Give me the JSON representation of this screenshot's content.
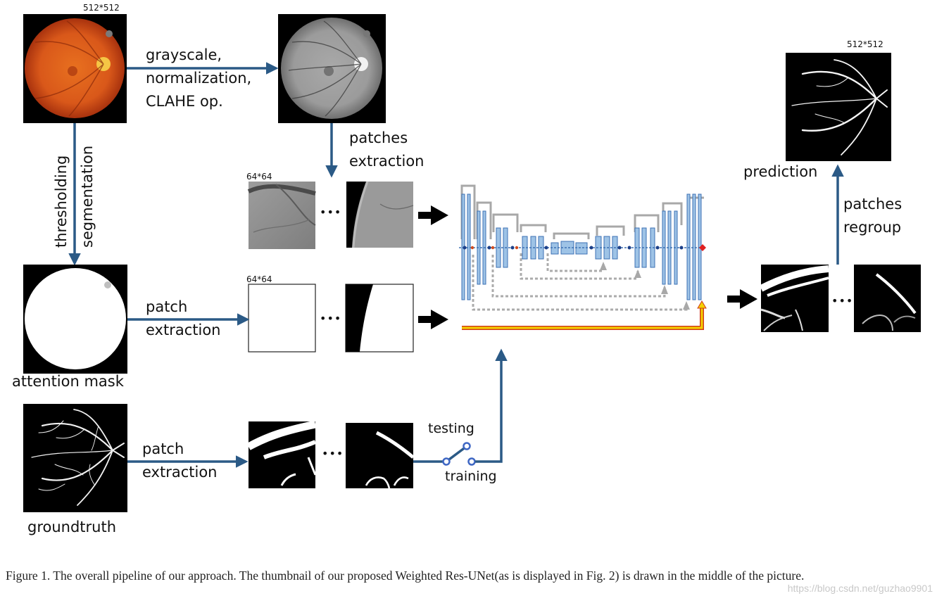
{
  "sizes": {
    "full_image": "512*512",
    "patch": "64*64"
  },
  "steps": {
    "preprocess": [
      "grayscale,",
      "normalization,",
      "CLAHE op."
    ],
    "patches_extraction": [
      "patches",
      "extraction"
    ],
    "thresholding": [
      "thresholding",
      "segmentation"
    ],
    "patch_extraction_mask": [
      "patch",
      "extraction"
    ],
    "patch_extraction_gt": [
      "patch",
      "extraction"
    ],
    "patches_regroup": [
      "patches",
      "regroup"
    ]
  },
  "images": {
    "attention_mask": "attention mask",
    "groundtruth": "groundtruth",
    "prediction": "prediction"
  },
  "switch": {
    "testing": "testing",
    "training": "training"
  },
  "ellipsis": "•••",
  "caption": "Figure 1.   The overall pipeline of our approach. The thumbnail of our proposed Weighted Res-UNet(as is displayed in Fig. 2) is drawn in the middle of the picture.",
  "watermark": "https://blog.csdn.net/guzhao9901",
  "colors": {
    "arrow": "#2b5a86",
    "unet_block": "#9ec3e6",
    "unet_edge": "#3d72b4",
    "skip": "#a8a8a8",
    "weight_path": "#e8c200",
    "weight_edge": "#d13a1a",
    "switch_node": "#3f67c4"
  }
}
